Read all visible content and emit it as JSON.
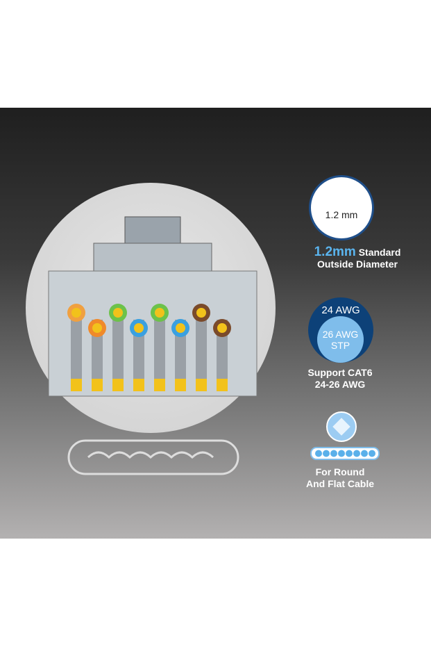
{
  "features": {
    "diameter": {
      "circle_label": "1.2 mm",
      "highlight": "1.2mm",
      "line1_rest": "Standard",
      "line2": "Outside Diameter"
    },
    "awg": {
      "outer_label": "24 AWG",
      "inner_line1": "26 AWG",
      "inner_line2": "STP",
      "line1": "Support CAT6",
      "line2": "24-26 AWG"
    },
    "cable": {
      "line1": "For Round",
      "line2": "And Flat Cable"
    }
  },
  "colors": {
    "accent": "#5ab4ee",
    "navy": "#0d4178",
    "light_blue": "#7fbdeb",
    "gold": "#f2c21b"
  },
  "wires": [
    "#f0a040",
    "#f08a2a",
    "#6cc24a",
    "#3aa0e0",
    "#6cc24a",
    "#3aa0e0",
    "#7a4a2a",
    "#7a4a2a"
  ]
}
